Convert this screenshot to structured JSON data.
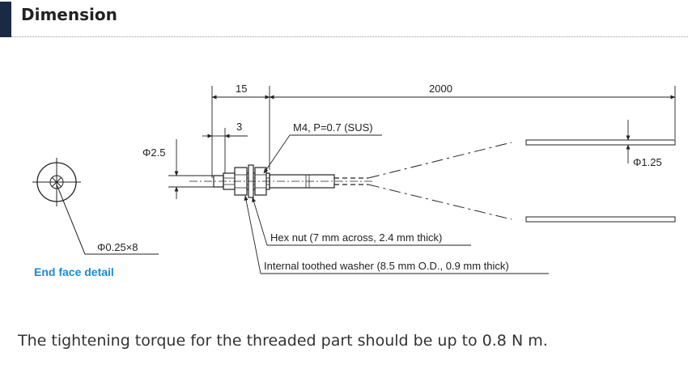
{
  "header": {
    "title": "Dimension"
  },
  "diagram": {
    "dim_length_body": "15",
    "dim_length_cable": "2000",
    "dim_thread": "3",
    "dim_diameter_tip": "Φ2.5",
    "dim_diameter_cable": "Φ1.25",
    "thread_spec": "M4, P=0.7 (SUS)",
    "hex_nut": "Hex nut (7 mm across, 2.4 mm thick)",
    "washer": "Internal toothed washer (8.5 mm O.D., 0.9 mm thick)",
    "end_face_spec": "Φ0.25×8",
    "end_face_label": "End face detail",
    "line_color": "#222222",
    "label_color": "#1a8ad4"
  },
  "note": "The tightening torque for the threaded part should be up to 0.8 N m."
}
